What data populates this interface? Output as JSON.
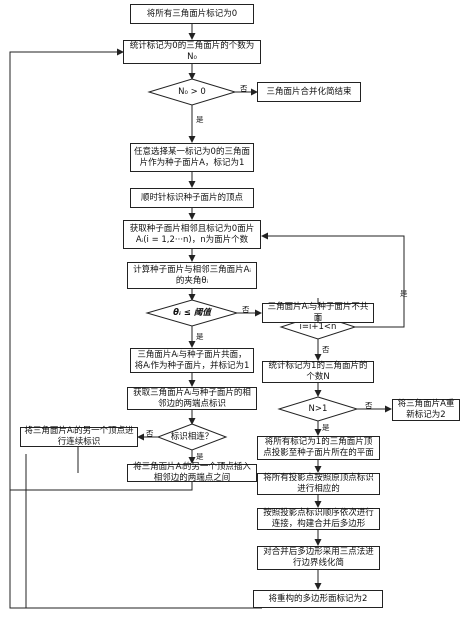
{
  "nodes": {
    "n1": "将所有三角面片标记为0",
    "n2": "统计标记为0的三角面片的个数为N₀",
    "d1": "N₀ > 0",
    "end1": "三角面片合并化简结束",
    "n3": "任意选择某一标记为0的三角面片作为种子面片A，标记为1",
    "n4": "顺时针标识种子面片的顶点",
    "n5": "获取种子面片相邻且标记为0面片Aᵢ(i = 1,2···n)，n为面片个数",
    "n6": "计算种子面片与相邻三角面片Aᵢ的夹角θᵢ",
    "d2": "θᵢ ≤ 阈值",
    "n7": "三角面片Aᵢ与种子面片不共面",
    "d3": "i=i+1<n",
    "n8": "三角面片Aᵢ与种子面片共面，将Aᵢ作为种子面片，并标记为1",
    "n9": "获取三角面片Aᵢ与种子面片的相邻边的两端点标识",
    "d4": "标识相连？",
    "n10": "将三角面片Aᵢ的另一个顶点进行连续标识",
    "n11": "将三角面片Aᵢ的另一个顶点插入相邻边的两端点之间",
    "n12": "统计标记为1的三角面片的个数N",
    "d5": "N>1",
    "n13": "将三角面片A重新标记为2",
    "n14": "将所有标记为1的三角面片顶点投影至种子面片所在的平面",
    "n15": "将所有投影点按照原顶点标识进行相应的",
    "n16": "按照投影点标识顺序依次进行连接，构建合并后多边形",
    "n17": "对合并后多边形采用三点法进行边界线化简",
    "n18": "将重构的多边形面标记为2"
  },
  "labels": {
    "yes": "是",
    "no": "否"
  }
}
